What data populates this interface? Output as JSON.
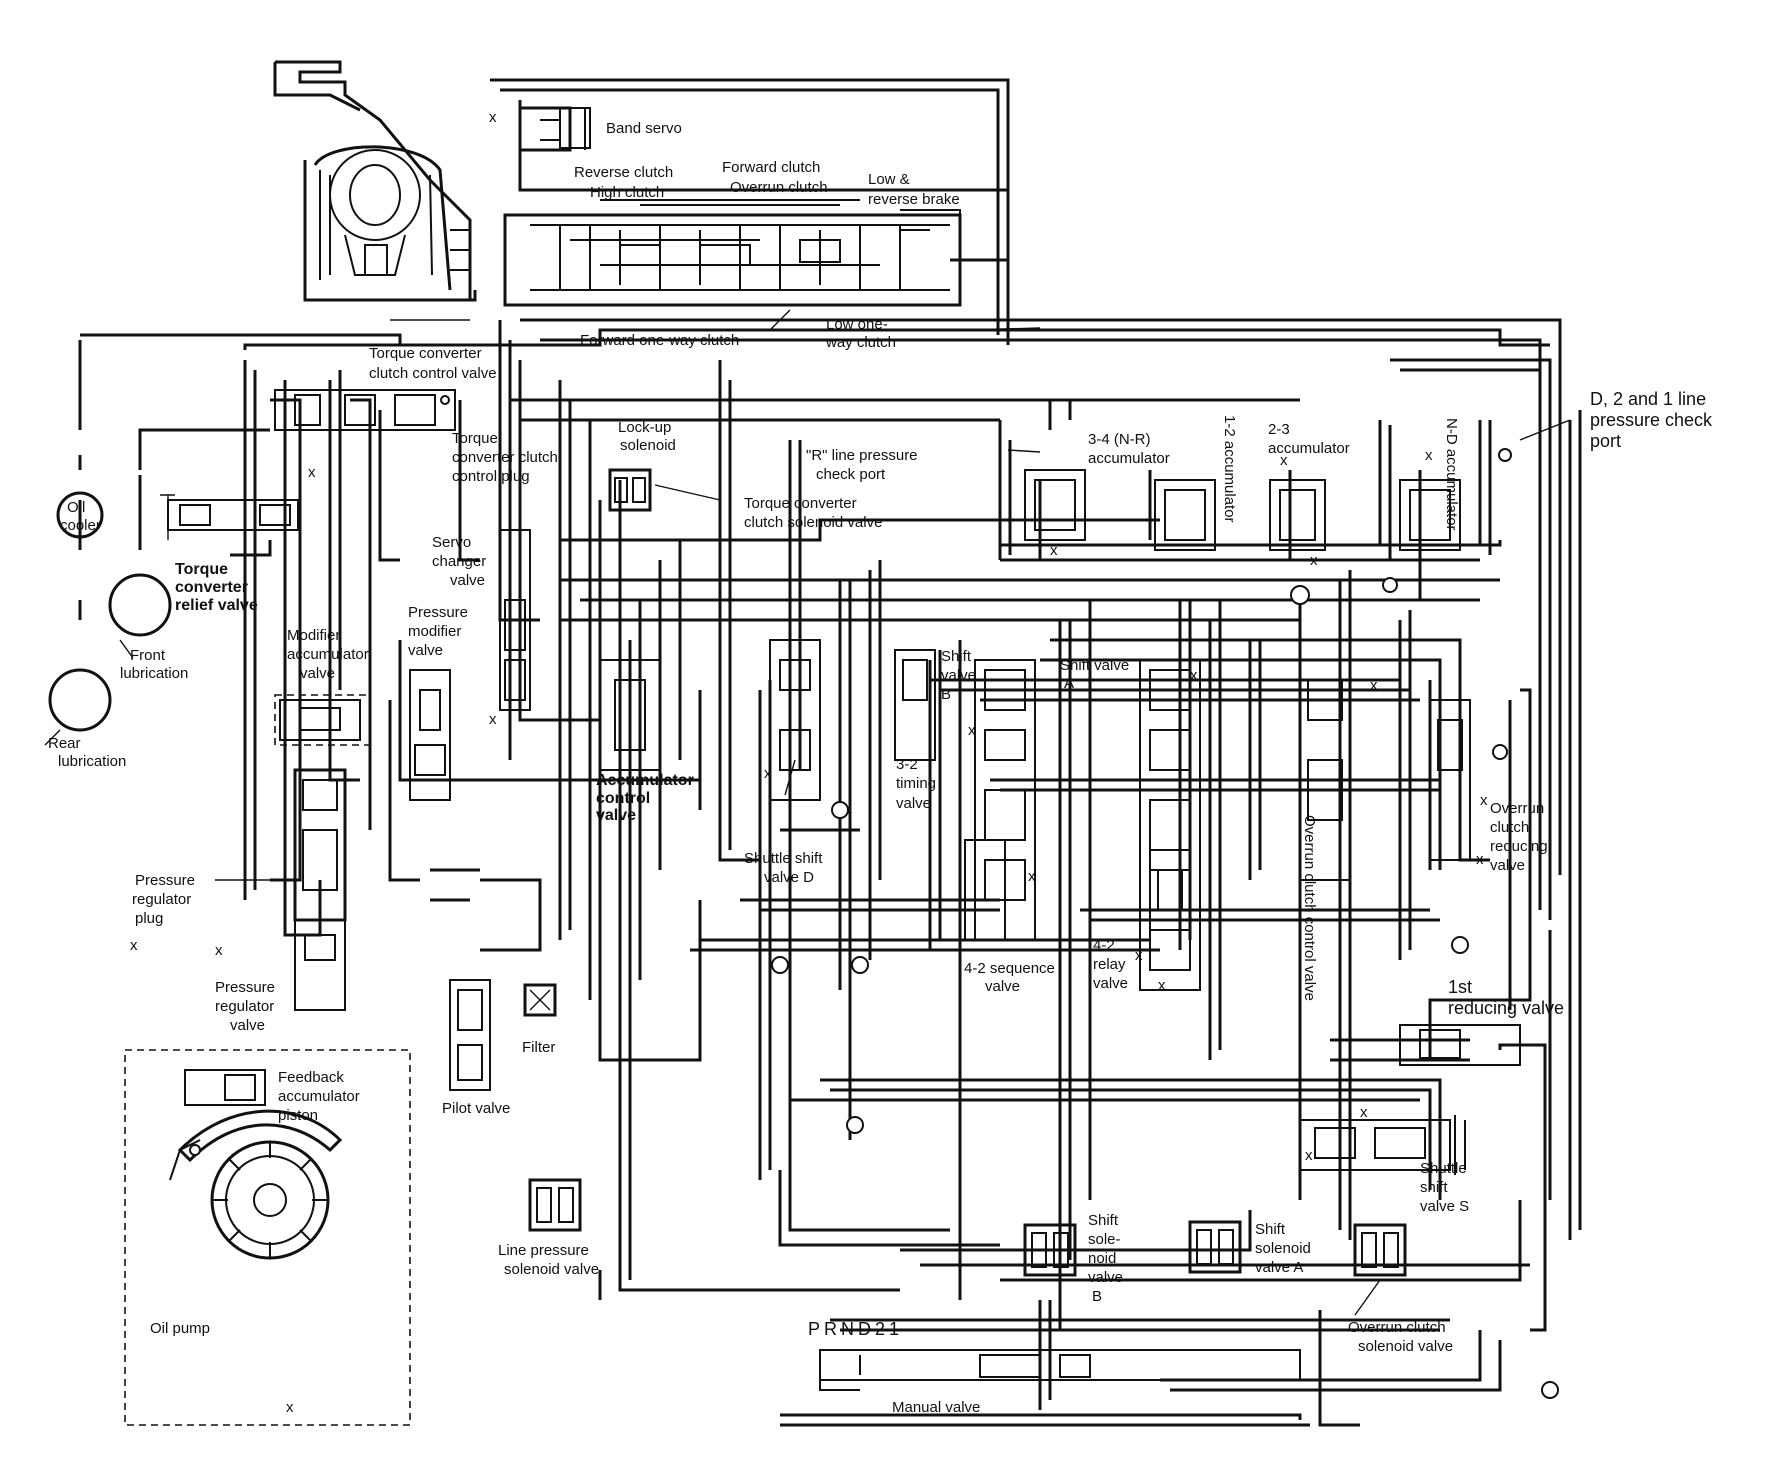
{
  "labels": {
    "band_servo": "Band servo",
    "reverse_clutch": "Reverse clutch",
    "high_clutch": "High clutch",
    "forward_clutch": "Forward clutch",
    "overrun_clutch": "Overrun clutch",
    "low_reverse_brake_1": "Low &",
    "low_reverse_brake_2": "reverse brake",
    "forward_one_way_clutch": "Forward one-way clutch",
    "low_one_way_clutch_1": "Low one-",
    "low_one_way_clutch_2": "way clutch",
    "tcc_control_valve_1": "Torque converter",
    "tcc_control_valve_2": "clutch control valve",
    "tcc_control_plug_1": "Torque",
    "tcc_control_plug_2": "converter clutch",
    "tcc_control_plug_3": "control plug",
    "oil_cooler_1": "Oil",
    "oil_cooler_2": "cooler",
    "tc_relief_valve_1": "Torque",
    "tc_relief_valve_2": "converter",
    "tc_relief_valve_3": "relief valve",
    "front_lubrication_1": "Front",
    "front_lubrication_2": "lubrication",
    "rear_lubrication_1": "Rear",
    "rear_lubrication_2": "lubrication",
    "lockup_solenoid_1": "Lock-up",
    "lockup_solenoid_2": "solenoid",
    "tcc_solenoid_valve_1": "Torque converter",
    "tcc_solenoid_valve_2": "clutch solenoid valve",
    "r_line_check_port_1": "\"R\" line pressure",
    "r_line_check_port_2": "check port",
    "acc_34_1": "3-4 (N-R)",
    "acc_34_2": "accumulator",
    "acc_12": "1-2 accumulator",
    "acc_23_1": "2-3",
    "acc_23_2": "accumulator",
    "acc_nd": "N-D accumulator",
    "d21_check_port_1": "D, 2 and 1 line",
    "d21_check_port_2": "pressure check",
    "d21_check_port_3": "port",
    "servo_changer_1": "Servo",
    "servo_changer_2": "changer",
    "servo_changer_3": "valve",
    "modifier_acc_1": "Modifier",
    "modifier_acc_2": "accumulator",
    "modifier_acc_3": "valve",
    "pressure_modifier_1": "Pressure",
    "pressure_modifier_2": "modifier",
    "pressure_modifier_3": "valve",
    "accumulator_control_1": "Accumulator",
    "accumulator_control_2": "control",
    "accumulator_control_3": "valve",
    "shuttle_shift_d_1": "Shuttle shift",
    "shuttle_shift_d_2": "valve D",
    "shift_valve_b_1": "Shift",
    "shift_valve_b_2": "valve",
    "shift_valve_b_3": "B",
    "shift_valve_a_1": "Shift valve",
    "shift_valve_a_2": "A",
    "timing_32_1": "3-2",
    "timing_32_2": "timing",
    "timing_32_3": "valve",
    "overrun_reducing_1": "Overrun",
    "overrun_reducing_2": "clutch",
    "overrun_reducing_3": "reducing",
    "overrun_reducing_4": "valve",
    "overrun_control": "Overrun clutch control valve",
    "pressure_reg_plug_1": "Pressure",
    "pressure_reg_plug_2": "regulator",
    "pressure_reg_plug_3": "plug",
    "pressure_reg_valve_1": "Pressure",
    "pressure_reg_valve_2": "regulator",
    "pressure_reg_valve_3": "valve",
    "seq_42_1": "4-2 sequence",
    "seq_42_2": "valve",
    "relay_42_1": "4-2",
    "relay_42_2": "relay",
    "relay_42_3": "valve",
    "first_reducing_1": "1st",
    "first_reducing_2": "reducing valve",
    "filter": "Filter",
    "pilot_valve": "Pilot valve",
    "feedback_acc_1": "Feedback",
    "feedback_acc_2": "accumulator",
    "feedback_acc_3": "piston",
    "line_pressure_sol_1": "Line pressure",
    "line_pressure_sol_2": "solenoid valve",
    "shift_sol_b_1": "Shift",
    "shift_sol_b_2": "sole-",
    "shift_sol_b_3": "noid",
    "shift_sol_b_4": "valve",
    "shift_sol_b_5": "B",
    "shift_sol_a_1": "Shift",
    "shift_sol_a_2": "solenoid",
    "shift_sol_a_3": "valve A",
    "shuttle_s_1": "Shuttle",
    "shuttle_s_2": "shift",
    "shuttle_s_3": "valve S",
    "overrun_sol_1": "Overrun clutch",
    "overrun_sol_2": "solenoid valve",
    "oil_pump": "Oil pump",
    "prnd21": "PRND21",
    "manual_valve": "Manual valve",
    "drain_x": "x"
  }
}
